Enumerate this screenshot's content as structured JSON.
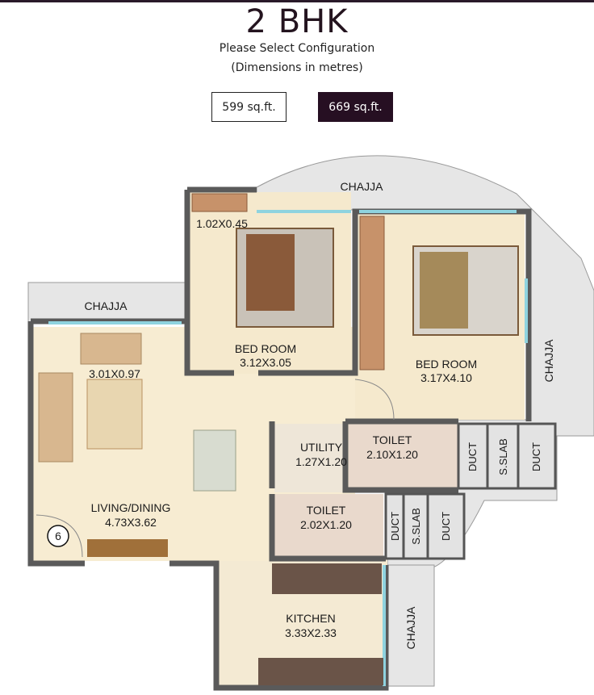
{
  "header": {
    "title": "2 BHK",
    "subtitle": "Please Select Configuration",
    "note": "(Dimensions in metres)"
  },
  "configurations": [
    {
      "label": "599 sq.ft.",
      "selected": false
    },
    {
      "label": "669 sq.ft.",
      "selected": true
    }
  ],
  "colors": {
    "accent": "#260f22",
    "wall": "#5a5a5a",
    "floor": "#f7ecd2",
    "balcony": "#e6e6e6",
    "tile": "#e9d9cc"
  },
  "plan": {
    "chajja_top": "CHAJJA",
    "chajja_left": "CHAJJA",
    "chajja_right": "CHAJJA",
    "chajja_bottom": "CHAJJA",
    "wardrobe": "1.02X0.45",
    "bedroom1": {
      "name": "BED ROOM",
      "dims": "3.12X3.05"
    },
    "bedroom2": {
      "name": "BED ROOM",
      "dims": "3.17X4.10"
    },
    "sofa": "3.01X0.97",
    "living": {
      "name": "LIVING/DINING",
      "dims": "4.73X3.62"
    },
    "utility": {
      "name": "UTILITY",
      "dims": "1.27X1.20"
    },
    "toilet1": {
      "name": "TOILET",
      "dims": "2.10X1.20"
    },
    "toilet2": {
      "name": "TOILET",
      "dims": "2.02X1.20"
    },
    "kitchen": {
      "name": "KITCHEN",
      "dims": "3.33X2.33"
    },
    "duct": "DUCT",
    "sslab": "S.SLAB",
    "flat_number": "6"
  }
}
